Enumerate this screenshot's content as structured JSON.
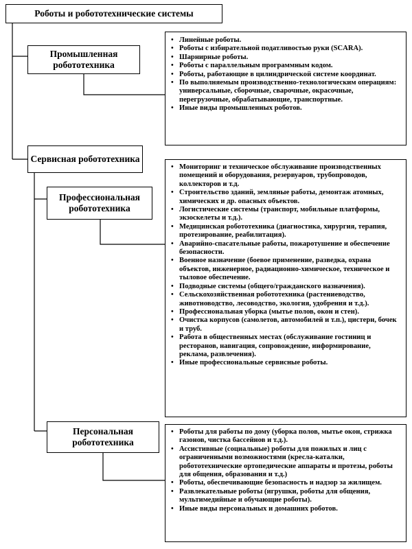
{
  "root": "Роботы и робототехнические системы",
  "industrial": {
    "title": "Промышленная робототехника",
    "items": [
      "Линейные роботы.",
      "Роботы с избирательной  податливостью руки (SCARA).",
      "Шарнирные роботы.",
      "Роботы с параллельным программным кодом.",
      "Роботы, работающие в цилиндрической системе координат.",
      "По выполняемым производственно-технологическим операциям: универсальные, сборочные, сварочные, окрасочные, перегрузочные, обрабатывающие, транспортные.",
      "Иные виды промышленных роботов."
    ]
  },
  "service": {
    "title": "Сервисная робототехника"
  },
  "professional": {
    "title": "Профессиональная робототехника",
    "items": [
      "Мониторинг и техническое обслуживание производственных помещений и оборудования, резервуаров, трубопроводов, коллекторов и т.д.",
      "Строительство зданий, земляные работы, демонтаж атомных, химических и др. опасных объектов.",
      "Логистические системы (транспорт, мобильные платформы, экзоскелеты и т.д.).",
      "Медицинская робототехника (диагностика, хирургия, терапия, протезирование, реабилитация).",
      "Аварийно-спасательные работы, пожаротушение и обеспечение безопасности.",
      "Военное назначение (боевое применение, разведка, охрана объектов, инженерное, радиационно-химическое, техническое и тыловое обеспечение.",
      "Подводные системы (общего/гражданского назначения).",
      " Сельскохозяйственная робототехника (растениеводство, животноводство, лесоводство, экология, удобрения и т.д.).",
      "Профессиональная уборка (мытье полов, окон и стен).",
      "Очистка корпусов (самолетов, автомобилей и т.п.), цистерн, бочек и труб.",
      "Работа в общественных местах (обслуживание гостиниц и ресторанов, навигация, сопровождение, информирование, реклама, развлечения).",
      "Иные профессиональные сервисные роботы."
    ]
  },
  "personal": {
    "title": "Персональная робототехника",
    "items": [
      " Роботы для работы по дому (уборка полов, мытье окон, стрижка газонов, чистка бассейнов и т.д.).",
      "Ассистивные (социальные) роботы для пожилых и лиц с ограниченными возможностями (кресла-каталки,  робототехнические ортопедические аппараты и протезы, роботы для общения, образования и т.д.)",
      "Роботы, обеспечивающие безопасность и надзор за жилищем.",
      "Развлекательные роботы (игрушки, роботы для общения, мультимедийные и обучающие роботы).",
      "Иные виды персональных и домашних роботов."
    ]
  }
}
